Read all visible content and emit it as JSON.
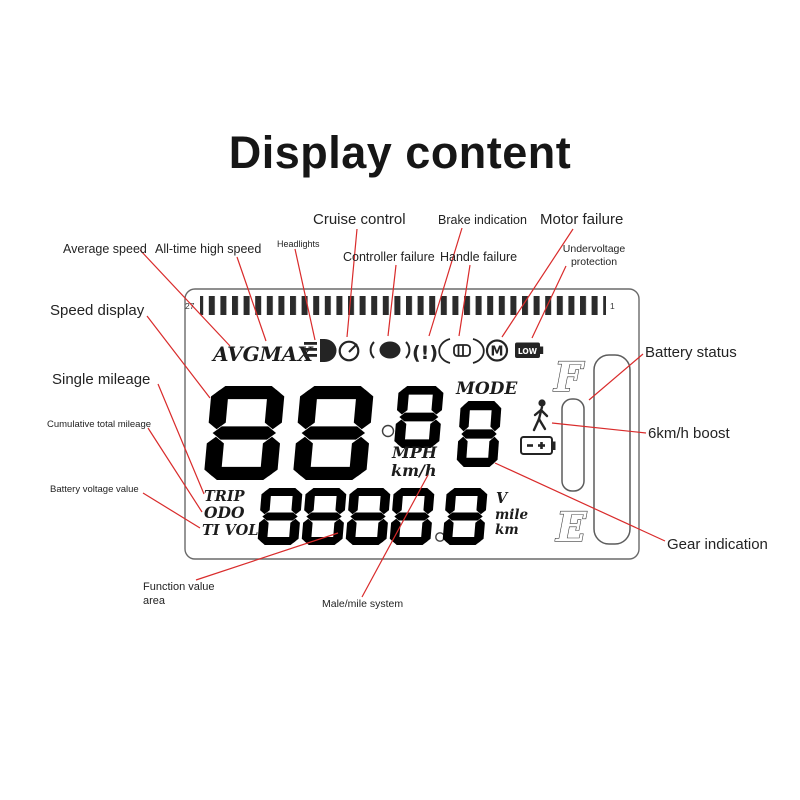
{
  "title": "Display content",
  "colors": {
    "callout_line": "#d92b2b",
    "ink": "#1c1c1c"
  },
  "callouts": {
    "cruise_control": "Cruise control",
    "brake_indication": "Brake indication",
    "motor_failure": "Motor failure",
    "average_speed": "Average speed",
    "all_time_high_speed": "All-time high speed",
    "headlights": "Headlights",
    "controller_failure": "Controller failure",
    "handle_failure": "Handle failure",
    "undervoltage_line1": "Undervoltage",
    "undervoltage_line2": "protection",
    "speed_display": "Speed display",
    "battery_status": "Battery status",
    "single_mileage": "Single mileage",
    "boost_6kmh": "6km/h boost",
    "cumulative_total_mileage": "Cumulative total mileage",
    "battery_voltage_value": "Battery voltage value",
    "gear_indication": "Gear indication",
    "function_value_line1": "Function value",
    "function_value_line2": "area",
    "male_mile_system": "Male/mile system"
  },
  "lcd": {
    "scale_left": "27",
    "scale_right": "1",
    "avgmax": "AVGMAX",
    "controller_glyph": "(!)",
    "motor_glyph": "M",
    "low": "LOW",
    "mode": "MODE",
    "mph": "MPH",
    "kmh": "km/h",
    "trip": "TRIP",
    "odo": "ODO",
    "tivol": "TI VOL",
    "volt": "V",
    "mile": "mile",
    "km": "km",
    "full": "F",
    "empty": "E"
  }
}
